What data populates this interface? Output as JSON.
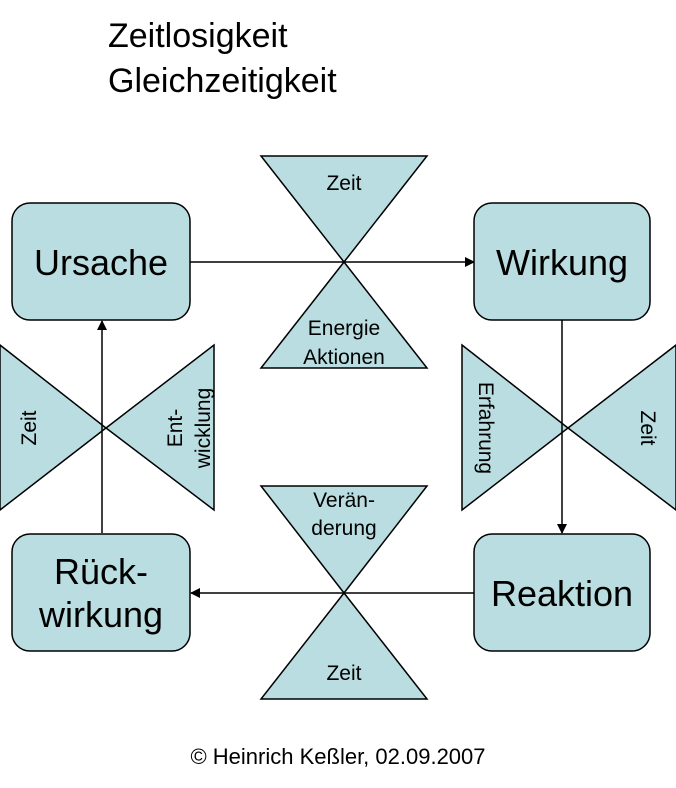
{
  "title": {
    "line1": "Zeitlosigkeit",
    "line2": "Gleichzeitigkeit"
  },
  "boxes": {
    "ursache": "Ursache",
    "wirkung": "Wirkung",
    "reaktion": "Reaktion",
    "rueckwirkung": {
      "line1": "Rück-",
      "line2": "wirkung"
    }
  },
  "triangles": {
    "top_upper": "Zeit",
    "top_lower": {
      "line1": "Energie",
      "line2": "Aktionen"
    },
    "right_left": "Erfahrung",
    "right_right": "Zeit",
    "bottom_upper": {
      "line1": "Verän-",
      "line2": "derung"
    },
    "bottom_lower": "Zeit",
    "left_left": "Zeit",
    "left_right": {
      "line1": "Ent-",
      "line2": "wicklung"
    }
  },
  "colors": {
    "fill": "#b9dde0",
    "stroke": "#000000"
  },
  "footer": "© Heinrich Keßler, 02.09.2007"
}
